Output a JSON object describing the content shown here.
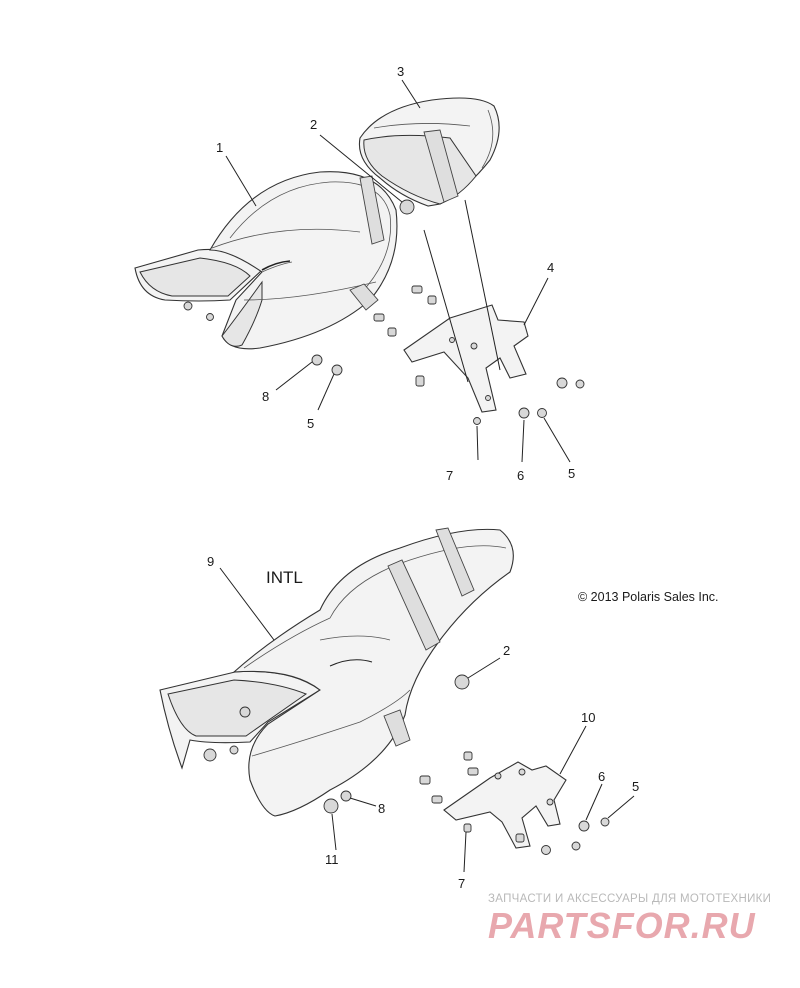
{
  "diagram": {
    "callouts": [
      {
        "id": "c1",
        "text": "1"
      },
      {
        "id": "c2a",
        "text": "2"
      },
      {
        "id": "c3",
        "text": "3"
      },
      {
        "id": "c4",
        "text": "4"
      },
      {
        "id": "c8a",
        "text": "8"
      },
      {
        "id": "c5a",
        "text": "5"
      },
      {
        "id": "c7a",
        "text": "7"
      },
      {
        "id": "c6a",
        "text": "6"
      },
      {
        "id": "c5b",
        "text": "5"
      },
      {
        "id": "c9",
        "text": "9"
      },
      {
        "id": "c2b",
        "text": "2"
      },
      {
        "id": "c10",
        "text": "10"
      },
      {
        "id": "c6b",
        "text": "6"
      },
      {
        "id": "c5c",
        "text": "5"
      },
      {
        "id": "c8b",
        "text": "8"
      },
      {
        "id": "c11",
        "text": "11"
      },
      {
        "id": "c7b",
        "text": "7"
      }
    ],
    "intl_label": "INTL",
    "copyright": "© 2013 Polaris Sales Inc."
  },
  "watermark": {
    "tagline": "ЗАПЧАСТИ И АКСЕССУАРЫ ДЛЯ МОТОТЕХНИКИ",
    "logo": "PARTSFOR.RU"
  }
}
